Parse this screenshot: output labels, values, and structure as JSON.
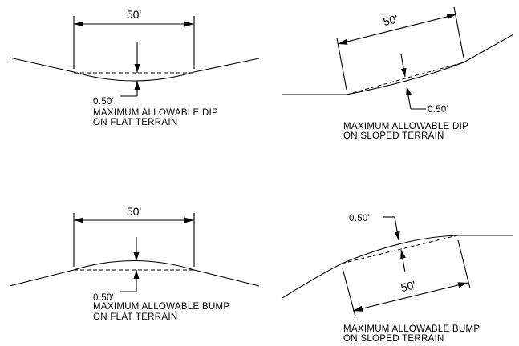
{
  "panels": [
    {
      "id": "dip-flat",
      "dimension_label": "50'",
      "tolerance_label": "0.50'",
      "caption_line1": "MAXIMUM  ALLOWABLE  DIP",
      "caption_line2": "ON  FLAT  TERRAIN"
    },
    {
      "id": "dip-sloped",
      "dimension_label": "50'",
      "tolerance_label": "0.50'",
      "caption_line1": "MAXIMUM  ALLOWABLE  DIP",
      "caption_line2": "ON  SLOPED  TERRAIN"
    },
    {
      "id": "bump-flat",
      "dimension_label": "50'",
      "tolerance_label": "0.50'",
      "caption_line1": "MAXIMUM  ALLOWABLE  BUMP",
      "caption_line2": "ON  FLAT  TERRAIN"
    },
    {
      "id": "bump-sloped",
      "dimension_label": "50'",
      "tolerance_label": "0.50'",
      "caption_line1": "MAXIMUM  ALLOWABLE  BUMP",
      "caption_line2": "ON  SLOPED  TERRAIN"
    }
  ],
  "colors": {
    "ink": "#000000",
    "background": "#ffffff"
  }
}
